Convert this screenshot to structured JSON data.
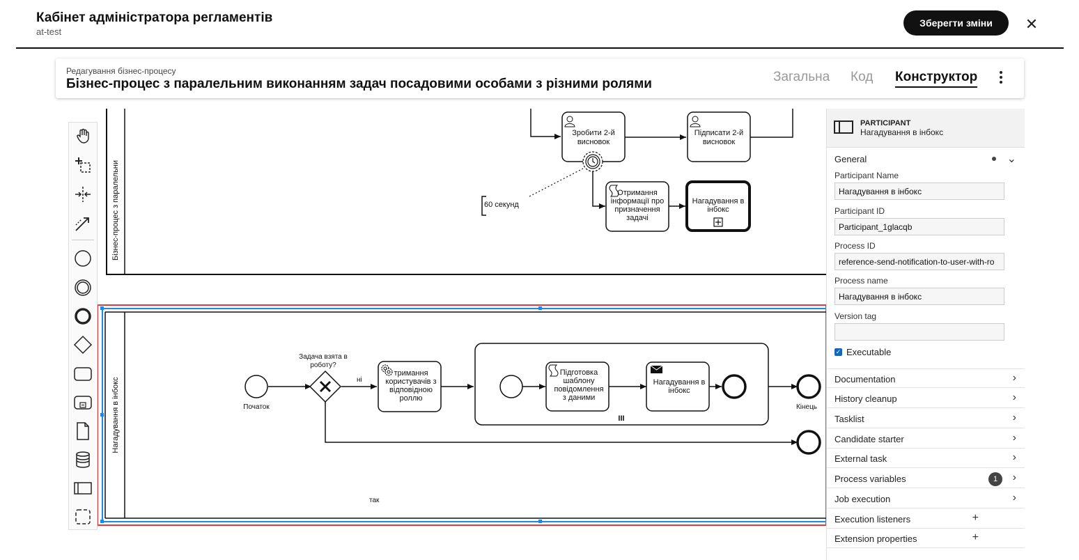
{
  "header": {
    "title": "Кабінет адміністратора регламентів",
    "subtitle": "at-test",
    "save_label": "Зберегти зміни",
    "close_icon": "close-icon"
  },
  "editor": {
    "kicker": "Редагування бізнес-процесу",
    "title": "Бізнес-процес з паралельним виконанням задач посадовими особами з різними ролями",
    "tabs": [
      {
        "label": "Загальна",
        "active": false
      },
      {
        "label": "Код",
        "active": false
      },
      {
        "label": "Конструктор",
        "active": true
      }
    ]
  },
  "palette": {
    "tools": [
      "hand-tool-icon",
      "lasso-tool-icon",
      "space-tool-icon",
      "global-connect-icon",
      "start-event-icon",
      "intermediate-event-icon",
      "end-event-icon",
      "gateway-icon",
      "task-icon",
      "subprocess-icon",
      "data-object-icon",
      "data-store-icon",
      "participant-icon",
      "group-icon"
    ]
  },
  "diagram": {
    "upper_lane": "Бізнес-процес з паралельни",
    "task_conclusion": [
      "Зробити 2-й",
      "висновок"
    ],
    "task_sign": [
      "Підписати 2-й",
      "висновок"
    ],
    "timer_annotation": "60 секунд",
    "task_receive_info": [
      "Отримання",
      "інформації про",
      "призначення",
      "задачі"
    ],
    "call_inbox": [
      "Нагадування в",
      "інбокс"
    ],
    "lower_lane": "Нагадування в інбокс",
    "gateway_question": [
      "Задача взята в",
      "роботу?"
    ],
    "flow_no": "ні",
    "flow_yes": "так",
    "start_label": "Початок",
    "task_get_users": [
      "тримання",
      "користувачів з",
      "відповідною",
      "роллю"
    ],
    "task_prepare": [
      "Підготовка",
      "шаблону",
      "повідомлення",
      "з даними"
    ],
    "task_send": [
      "Нагадування в",
      "інбокс"
    ],
    "end_label": "Кінець",
    "multi_instance": "III"
  },
  "properties": {
    "type": "PARTICIPANT",
    "name": "Нагадування в інбокс",
    "general_label": "General",
    "fields": {
      "participant_name_label": "Participant Name",
      "participant_name": "Нагадування в інбокс",
      "participant_id_label": "Participant ID",
      "participant_id": "Participant_1glacqb",
      "process_id_label": "Process ID",
      "process_id": "reference-send-notification-to-user-with-ro",
      "process_name_label": "Process name",
      "process_name": "Нагадування в інбокс",
      "version_tag_label": "Version tag",
      "version_tag": "",
      "executable_label": "Executable",
      "executable": true
    },
    "groups": [
      {
        "label": "Documentation",
        "control": "›"
      },
      {
        "label": "History cleanup",
        "control": "›"
      },
      {
        "label": "Tasklist",
        "control": "›"
      },
      {
        "label": "Candidate starter",
        "control": "›"
      },
      {
        "label": "External task",
        "control": "›"
      },
      {
        "label": "Process variables",
        "control": "›",
        "badge": "1"
      },
      {
        "label": "Job execution",
        "control": "›"
      },
      {
        "label": "Execution listeners",
        "control": "+"
      },
      {
        "label": "Extension properties",
        "control": "+"
      }
    ]
  },
  "colors": {
    "selection_red": "#e53935",
    "selection_blue": "#1e88e5",
    "button_dark": "#111111",
    "checkbox_blue": "#1565c0"
  }
}
